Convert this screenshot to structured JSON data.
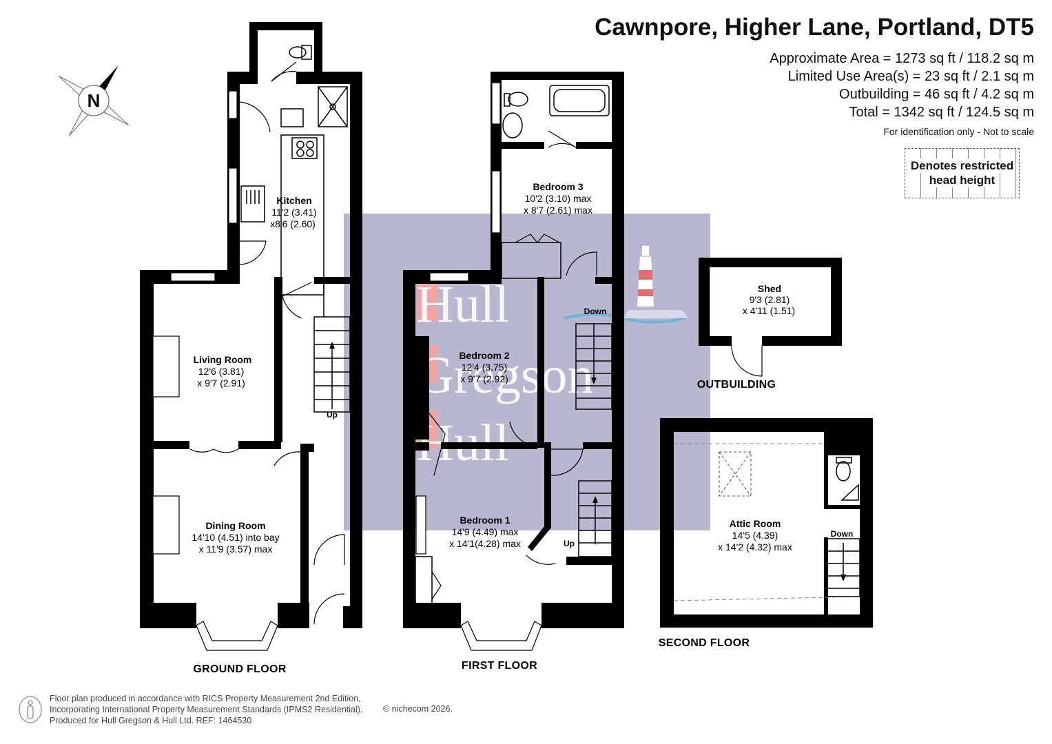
{
  "header": {
    "title": "Cawnpore, Higher Lane, Portland, DT5",
    "areas": [
      "Approximate Area = 1273 sq ft / 118.2 sq m",
      "Limited Use Area(s) = 23 sq ft / 2.1 sq m",
      "Outbuilding = 46 sq ft / 4.2 sq m",
      "Total = 1342 sq ft / 124.5 sq m"
    ],
    "note": "For identification only - Not to scale"
  },
  "legend": {
    "restricted_line1": "Denotes restricted",
    "restricted_line2": "head height"
  },
  "compass": {
    "letter": "N"
  },
  "watermark": {
    "line1": "Hull",
    "line2": "Gregson",
    "line3": "Hull"
  },
  "floors": {
    "ground": "GROUND FLOOR",
    "first": "FIRST FLOOR",
    "second": "SECOND FLOOR",
    "outbuilding": "OUTBUILDING"
  },
  "rooms": {
    "kitchen": {
      "name": "Kitchen",
      "dim1": "11'2 (3.41)",
      "dim2": "x8'6 (2.60)"
    },
    "living": {
      "name": "Living Room",
      "dim1": "12'6 (3.81)",
      "dim2": "x 9'7 (2.91)"
    },
    "dining": {
      "name": "Dining Room",
      "dim1": "14'10 (4.51) into bay",
      "dim2": "x 11'9 (3.57) max"
    },
    "bedroom3": {
      "name": "Bedroom 3",
      "dim1": "10'2 (3.10) max",
      "dim2": "x 8'7 (2.61) max"
    },
    "bedroom2": {
      "name": "Bedroom 2",
      "dim1": "12'4 (3.75)",
      "dim2": "x 9'7 (2.92)"
    },
    "bedroom1": {
      "name": "Bedroom 1",
      "dim1": "14'9 (4.49) max",
      "dim2": "x 14'1(4.28) max"
    },
    "shed": {
      "name": "Shed",
      "dim1": "9'3 (2.81)",
      "dim2": "x 4'11 (1.51)"
    },
    "attic": {
      "name": "Attic Room",
      "dim1": "14'5 (4.39)",
      "dim2": "x 14'2 (4.32) max"
    }
  },
  "stairs": {
    "up": "Up",
    "down": "Down"
  },
  "footer": {
    "line1": "Floor plan produced in accordance with RICS Property Measurement 2nd Edition,",
    "line2": "Incorporating International Property Measurement Standards (IPMS2 Residential).",
    "line3": "Produced for Hull Gregson & Hull Ltd.   REF: 1464530",
    "copyright": "© nichecom 2026."
  },
  "colors": {
    "wall": "#000000",
    "watermark_box": "#b3b3cc",
    "watermark_red": "#e07070"
  }
}
